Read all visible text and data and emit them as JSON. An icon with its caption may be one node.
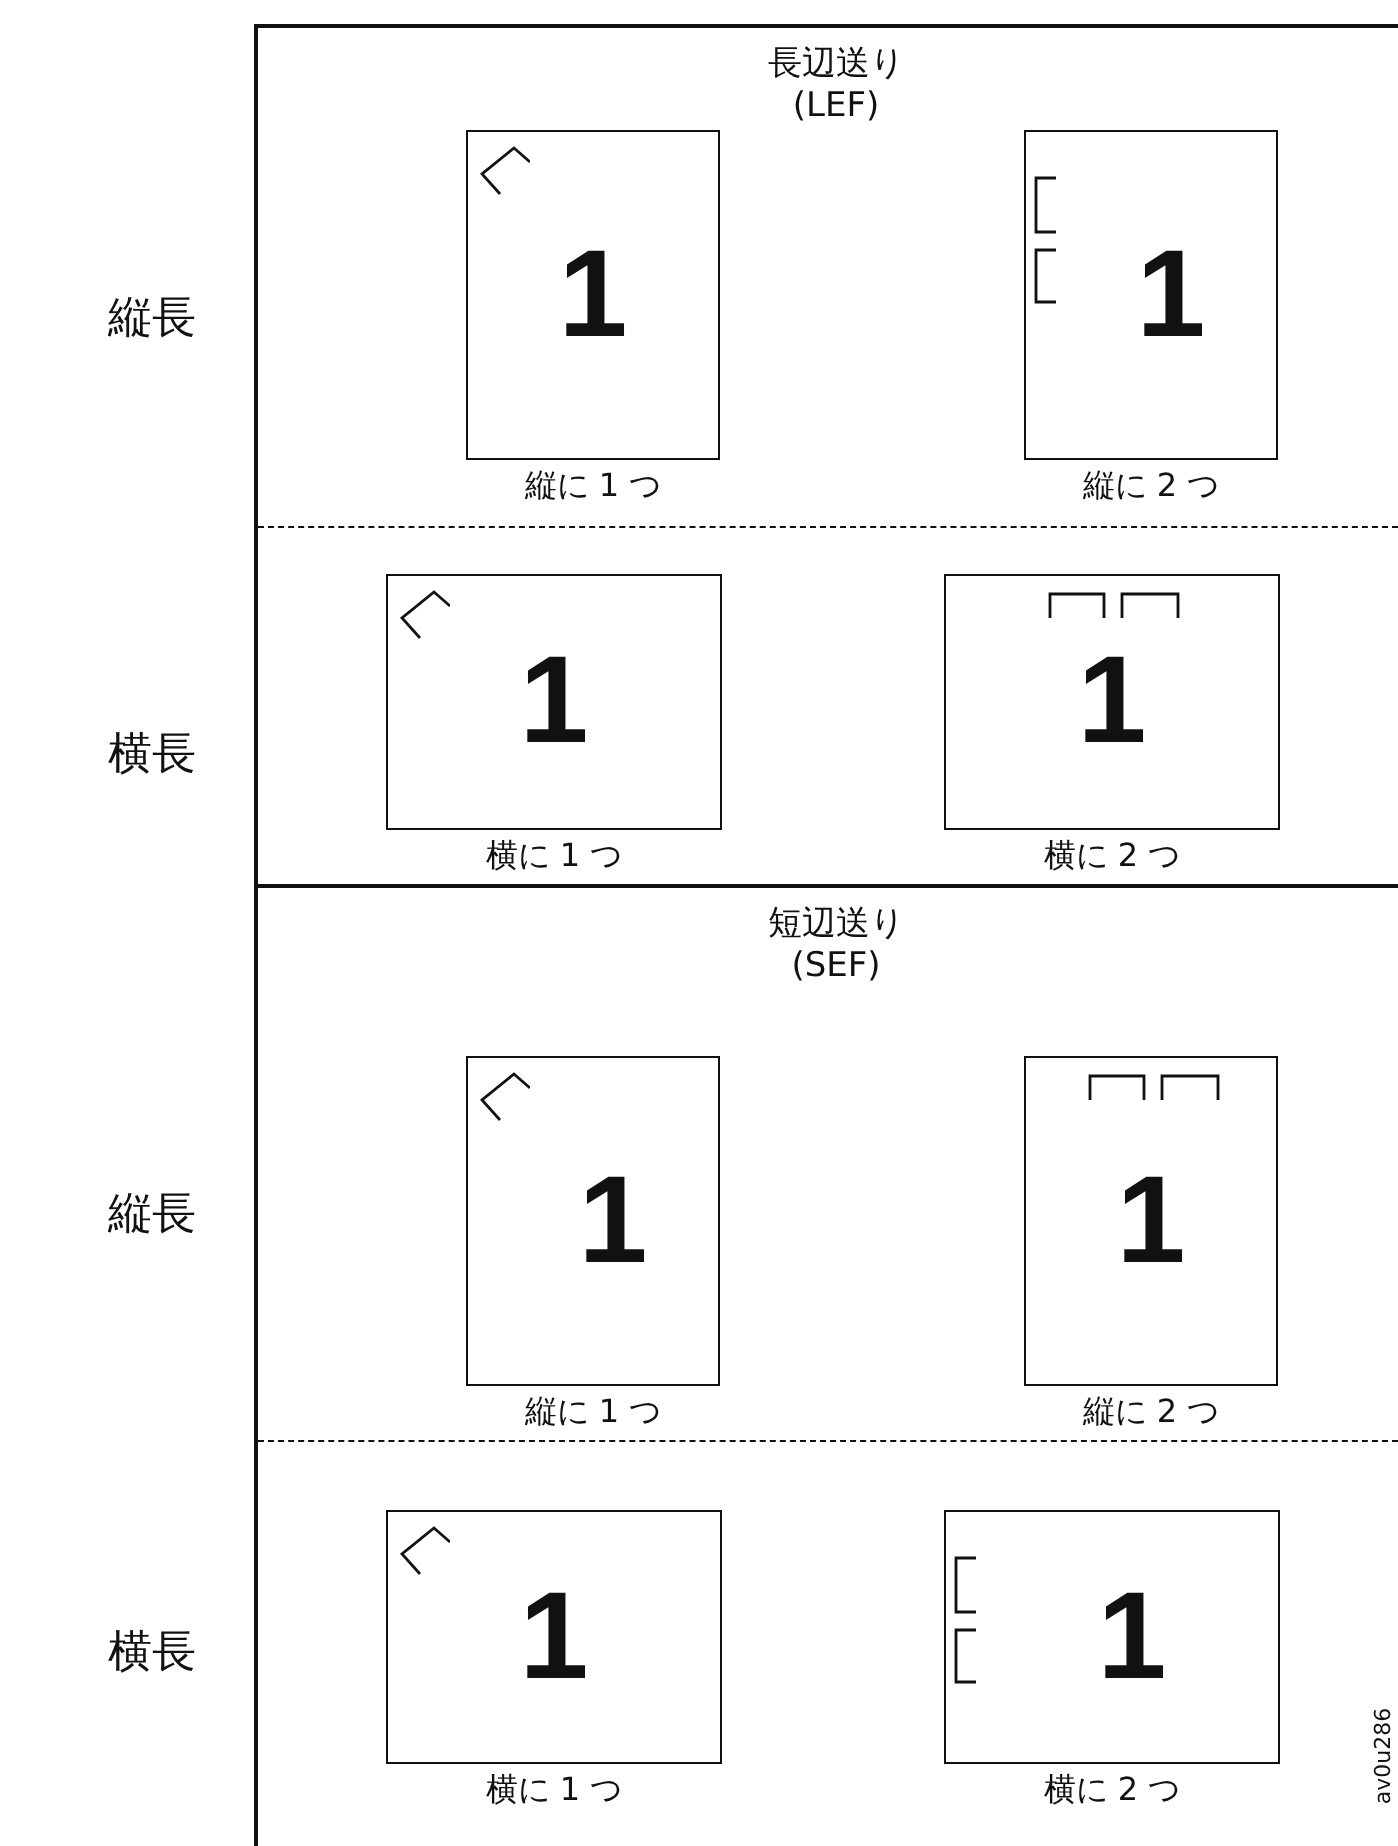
{
  "diagram": {
    "nodes": [
      {
        "text": [
          "長辺送り (LEF)"
        ]
      },
      {
        "text": [
          "1"
        ],
        "in": 0,
        "beside": [
          "縦に 1 つ"
        ]
      },
      {
        "text": [
          "1"
        ],
        "in": 0,
        "beside": [
          "縦に 2 つ"
        ]
      },
      {
        "text": [
          "1"
        ],
        "in": 0,
        "beside": [
          "横に 1 つ"
        ]
      },
      {
        "text": [
          "1"
        ],
        "in": 0,
        "beside": [
          "横に 2 つ"
        ]
      },
      {
        "text": [
          "短辺送り (SEF)"
        ]
      },
      {
        "text": [
          "1"
        ],
        "in": 5,
        "beside": [
          "縦に 1 つ"
        ]
      },
      {
        "text": [
          "1"
        ],
        "in": 5,
        "beside": [
          "縦に 2 つ"
        ]
      },
      {
        "text": [
          "1"
        ],
        "in": 5,
        "beside": [
          "横に 1 つ"
        ]
      },
      {
        "text": [
          "1"
        ],
        "in": 5,
        "beside": [
          "横に 2 つ"
        ]
      }
    ],
    "labels": [
      "縦長",
      "横長",
      "縦長",
      "横長",
      "av0u286"
    ]
  }
}
